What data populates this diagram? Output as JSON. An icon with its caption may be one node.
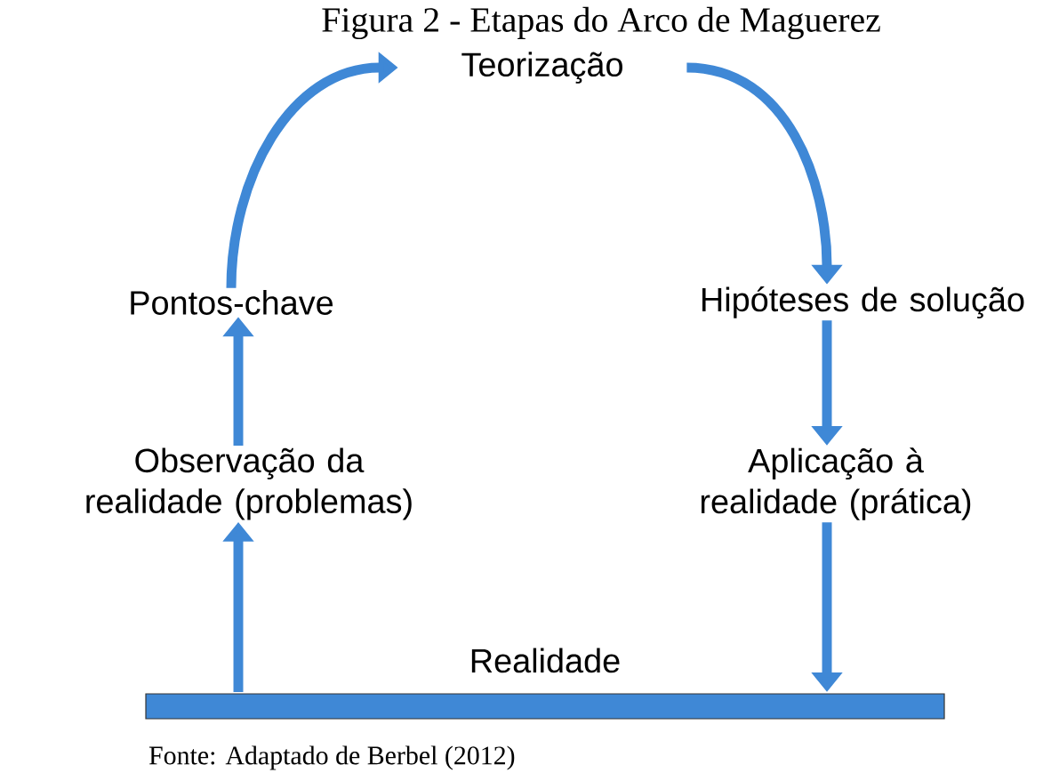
{
  "diagram": {
    "title": "Figura 2 - Etapas do Arco de Maguerez",
    "nodes": [
      {
        "text": [
          "Teorização"
        ]
      },
      {
        "text": [
          "Pontos-chave"
        ]
      },
      {
        "text": [
          "Hipóteses de solução"
        ]
      },
      {
        "text": [
          "Observação da realidade (problemas)"
        ]
      },
      {
        "text": [
          "Aplicação à realidade (prática)"
        ]
      },
      {
        "text": [
          "Realidade"
        ]
      }
    ],
    "edges": [
      {
        "from": 5,
        "to": 3,
        "arrow": "to"
      },
      {
        "from": 3,
        "to": 1,
        "arrow": "to"
      },
      {
        "from": 1,
        "to": 0,
        "arrow": "to"
      },
      {
        "from": 0,
        "to": 2,
        "arrow": "to"
      },
      {
        "from": 2,
        "to": 4,
        "arrow": "to"
      },
      {
        "from": 4,
        "to": 5,
        "arrow": "to"
      }
    ],
    "caption": "Fonte: Adaptado de Berbel (2012)"
  }
}
